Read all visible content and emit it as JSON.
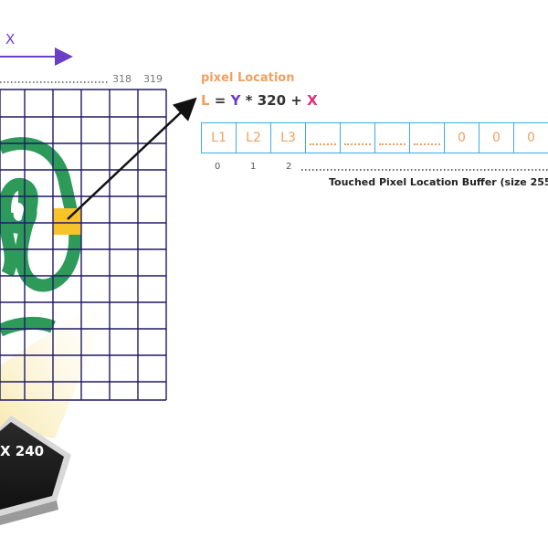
{
  "axis": {
    "x_label": "X",
    "tick_318": "318",
    "tick_319": "319"
  },
  "formula": {
    "title": "pixel Location",
    "l": "L",
    "eq": " = ",
    "y": "Y",
    "mul": " * 320 + ",
    "x": "X"
  },
  "buffer": {
    "cells": [
      "L1",
      "L2",
      "L3",
      "",
      "",
      "",
      "",
      "0",
      "0",
      "0"
    ],
    "indices": [
      "0",
      "1",
      "2"
    ],
    "caption": "Touched Pixel Location Buffer (size 255"
  },
  "device": {
    "label": "X 240"
  },
  "colors": {
    "grid_line": "#1f1a66",
    "stroke_green": "#2e9a5a",
    "highlight_pixel": "#f6c32a",
    "buffer_border": "#3fa8e6",
    "accent_orange": "#f0a060",
    "accent_purple": "#6a3fc8",
    "accent_pink": "#e0307a"
  }
}
